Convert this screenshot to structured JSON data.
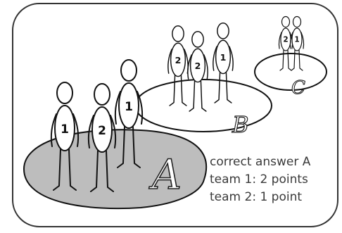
{
  "areas": [
    {
      "letter": "A",
      "fill": "#bdbdbd",
      "players": [
        "1",
        "2",
        "1"
      ]
    },
    {
      "letter": "B",
      "fill": "#ffffff",
      "players": [
        "2",
        "2",
        "1"
      ]
    },
    {
      "letter": "C",
      "fill": "#ffffff",
      "players": [
        "2",
        "1"
      ]
    }
  ],
  "result": {
    "line1": "correct answer A",
    "line2": "team 1: 2 points",
    "line3": "team 2: 1 point"
  },
  "colors": {
    "frame": "#333333",
    "outline": "#111111",
    "text": "#3a3a3a"
  }
}
